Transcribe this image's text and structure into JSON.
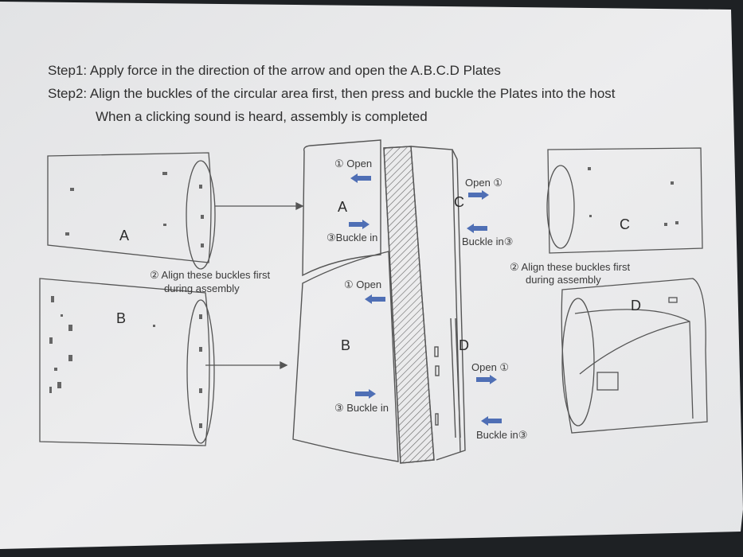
{
  "instructions": {
    "step1": "Step1: Apply force in the direction of the arrow and open the A.B.C.D Plates",
    "step2": "Step2: Align the buckles of the circular area first, then press and buckle the Plates into the host",
    "step2_cont": "When a clicking sound is heard, assembly is completed"
  },
  "plates": {
    "a": "A",
    "b": "B",
    "c": "C",
    "d": "D"
  },
  "notes": {
    "align_left_1": "② Align these buckles first",
    "align_left_2": "during assembly",
    "align_right_1": "② Align these buckles first",
    "align_right_2": "during assembly"
  },
  "console": {
    "a_open": "① Open",
    "a_label": "A",
    "a_buckle": "③Buckle in",
    "b_open": "① Open",
    "b_label": "B",
    "b_buckle": "③ Buckle in",
    "c_label": "C",
    "c_open": "Open ①",
    "c_buckle": "Buckle in③",
    "d_label": "D",
    "d_open": "Open ①",
    "d_buckle": "Buckle in③"
  },
  "colors": {
    "paper": "#e9eaec",
    "ink": "#4a4a4a",
    "arrow": "#4f6fb5"
  }
}
